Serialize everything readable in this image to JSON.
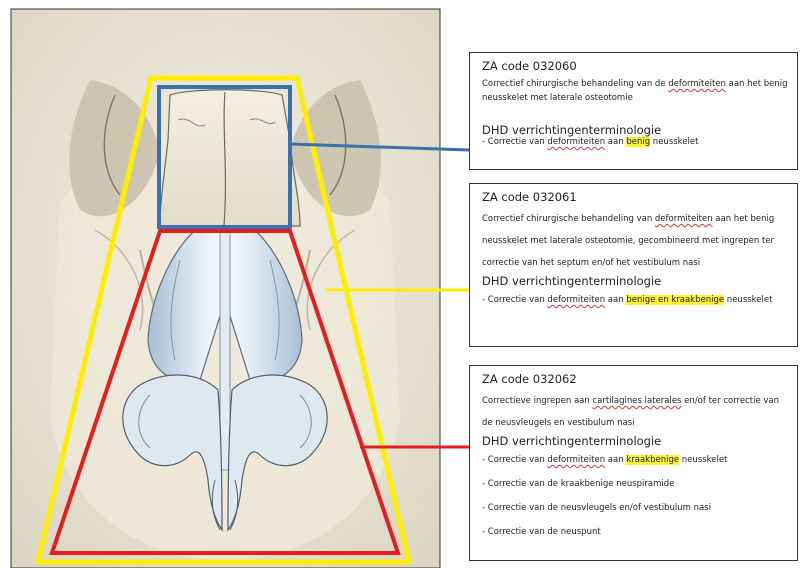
{
  "boxes": [
    {
      "code": "ZA code 032060",
      "desc_parts": [
        "Correctief chirurgische behandeling van de ",
        "deformiteiten",
        " aan het benig neusskelet met laterale osteotomie"
      ],
      "term_header": "DHD verrichtingenterminologie",
      "items": [
        {
          "parts": [
            "- Correctie van ",
            "deformiteiten",
            " aan ",
            "benig",
            " neusskelet"
          ]
        }
      ]
    },
    {
      "code": "ZA code 032061",
      "desc_parts": [
        "Correctief chirurgische behandeling van ",
        "deformiteiten",
        " aan het benig neusskelet met laterale osteotomie, gecombineerd met ingrepen ter correctie van het septum en/of het vestibulum nasi"
      ],
      "term_header": "DHD verrichtingenterminologie",
      "items": [
        {
          "parts": [
            "- Correctie van ",
            "deformiteiten",
            " aan ",
            "benige en kraakbenige",
            " neusskelet"
          ]
        }
      ]
    },
    {
      "code": "ZA code 032062",
      "desc_parts": [
        "Correctieve ingrepen aan ",
        "cartilagines laterales",
        " en/of ter correctie van de neusvleugels en vestibulum nasi"
      ],
      "term_header": "DHD verrichtingenterminologie",
      "items": [
        {
          "parts": [
            "- Correctie van ",
            "deformiteiten",
            " aan ",
            "kraakbenige",
            " neusskelet"
          ]
        },
        {
          "text": "- Correctie van de kraakbenige neuspiramide"
        },
        {
          "text": "- Correctie van de neusvleugels en/of vestibulum nasi"
        },
        {
          "text": "- Correctie van de neuspunt"
        }
      ]
    }
  ],
  "colors": {
    "bony_outline": "#3b6fae",
    "bony_septal_outline": "#ffee00",
    "cartilage_outline": "#e41e1e",
    "highlight": "#fff22e"
  }
}
